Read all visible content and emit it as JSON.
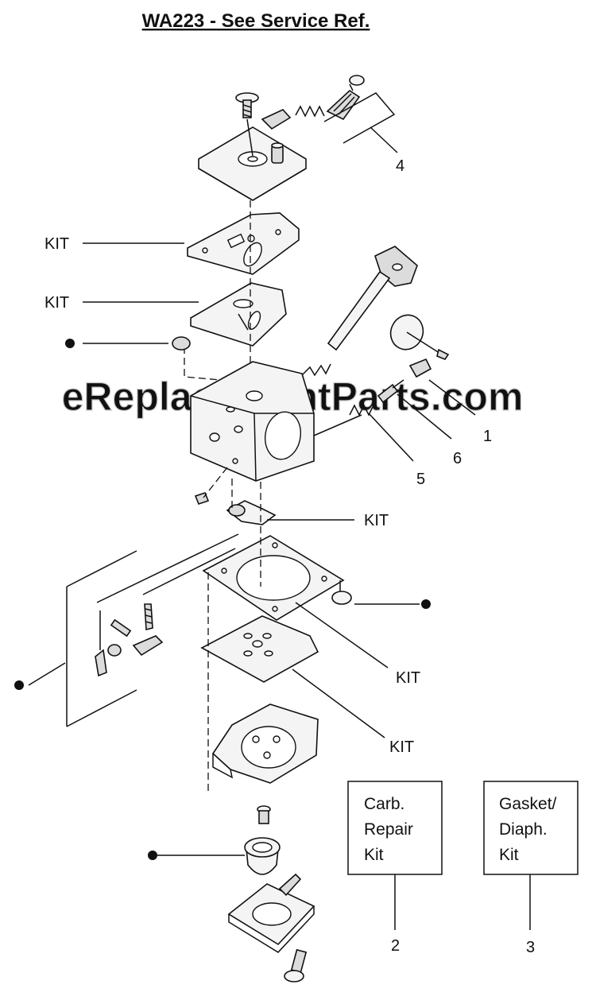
{
  "title": "WA223 -  See Service Ref.",
  "watermark": "eReplacementParts.com",
  "labels": {
    "kit_upper_gasket": "KIT",
    "kit_upper_diaphragm": "KIT",
    "kit_needle_lever": "KIT",
    "kit_lower_gasket": "KIT",
    "kit_lower_diaphragm": "KIT",
    "part_1": "1",
    "part_4": "4",
    "part_5": "5",
    "part_6": "6",
    "part_2": "2",
    "part_3": "3"
  },
  "boxes": {
    "carb_repair_kit": [
      "Carb.",
      "Repair",
      "Kit"
    ],
    "gasket_diaph_kit": [
      "Gasket/",
      "Diaph.",
      "Kit"
    ]
  }
}
